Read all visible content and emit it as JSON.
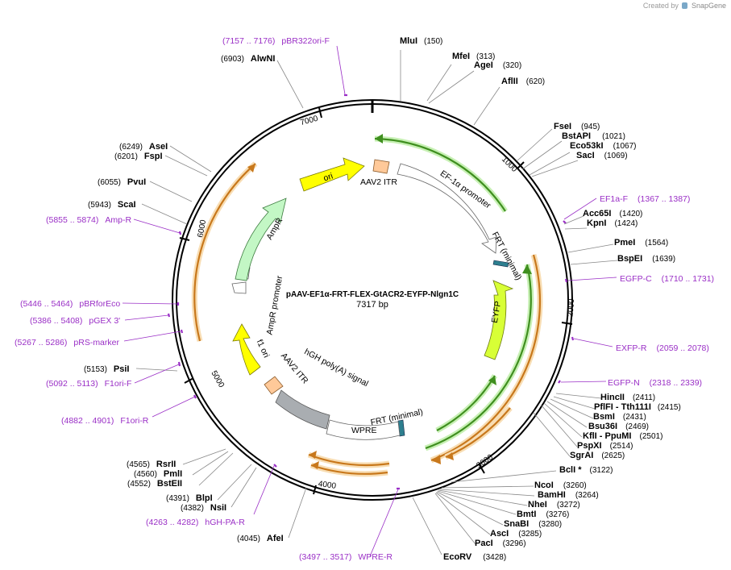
{
  "credit": {
    "prefix": "Created by",
    "brand": "SnapGene"
  },
  "plasmid": {
    "name": "pAAV-EF1α-FRT-FLEX-GtACR2-EYFP-Nlgn1C",
    "size": "7317 bp",
    "length": 7317
  },
  "ticks": [
    "1000",
    "2000",
    "3000",
    "4000",
    "5000",
    "6000",
    "7000"
  ],
  "sites": [
    {
      "name": "MluI",
      "pos": "(150)"
    },
    {
      "name": "MfeI",
      "pos": "(313)"
    },
    {
      "name": "AgeI",
      "pos": "(320)"
    },
    {
      "name": "AflII",
      "pos": "(620)"
    },
    {
      "name": "FseI",
      "pos": "(945)"
    },
    {
      "name": "BstAPI",
      "pos": "(1021)"
    },
    {
      "name": "Eco53kI",
      "pos": "(1067)"
    },
    {
      "name": "SacI",
      "pos": "(1069)"
    },
    {
      "name": "Acc65I",
      "pos": "(1420)"
    },
    {
      "name": "KpnI",
      "pos": "(1424)"
    },
    {
      "name": "PmeI",
      "pos": "(1564)"
    },
    {
      "name": "BspEI",
      "pos": "(1639)"
    },
    {
      "name": "HincII",
      "pos": "(2411)"
    },
    {
      "name": "PflFI - Tth111I",
      "pos": "(2415)"
    },
    {
      "name": "BsmI",
      "pos": "(2431)"
    },
    {
      "name": "Bsu36I",
      "pos": "(2469)"
    },
    {
      "name": "KflI - PpuMI",
      "pos": "(2501)"
    },
    {
      "name": "PspXI",
      "pos": "(2514)"
    },
    {
      "name": "SgrAI",
      "pos": "(2625)"
    },
    {
      "name": "BclI *",
      "pos": "(3122)"
    },
    {
      "name": "NcoI",
      "pos": "(3260)"
    },
    {
      "name": "BamHI",
      "pos": "(3264)"
    },
    {
      "name": "NheI",
      "pos": "(3272)"
    },
    {
      "name": "BmtI",
      "pos": "(3276)"
    },
    {
      "name": "SnaBI",
      "pos": "(3280)"
    },
    {
      "name": "AscI",
      "pos": "(3285)"
    },
    {
      "name": "PacI",
      "pos": "(3296)"
    },
    {
      "name": "EcoRV",
      "pos": "(3428)"
    },
    {
      "name": "AfeI",
      "pos": "(4045)"
    },
    {
      "name": "NsiI",
      "pos": "(4382)"
    },
    {
      "name": "BlpI",
      "pos": "(4391)"
    },
    {
      "name": "BstEII",
      "pos": "(4552)"
    },
    {
      "name": "PmlI",
      "pos": "(4560)"
    },
    {
      "name": "RsrII",
      "pos": "(4565)"
    },
    {
      "name": "PsiI",
      "pos": "(5153)"
    },
    {
      "name": "ScaI",
      "pos": "(5943)"
    },
    {
      "name": "PvuI",
      "pos": "(6055)"
    },
    {
      "name": "FspI",
      "pos": "(6201)"
    },
    {
      "name": "AseI",
      "pos": "(6249)"
    },
    {
      "name": "AlwNI",
      "pos": "(6903)"
    }
  ],
  "primers": [
    {
      "name": "pBR322ori-F",
      "range": "(7157 .. 7176)"
    },
    {
      "name": "EF1a-F",
      "range": "(1367 .. 1387)"
    },
    {
      "name": "EGFP-C",
      "range": "(1710 .. 1731)"
    },
    {
      "name": "EXFP-R",
      "range": "(2059 .. 2078)"
    },
    {
      "name": "EGFP-N",
      "range": "(2318 .. 2339)"
    },
    {
      "name": "WPRE-R",
      "range": "(3497 .. 3517)"
    },
    {
      "name": "hGH-PA-R",
      "range": "(4263 .. 4282)"
    },
    {
      "name": "F1ori-R",
      "range": "(4882 .. 4901)"
    },
    {
      "name": "F1ori-F",
      "range": "(5092 .. 5113)"
    },
    {
      "name": "pRS-marker",
      "range": "(5267 .. 5286)"
    },
    {
      "name": "pGEX 3'",
      "range": "(5386 .. 5408)"
    },
    {
      "name": "pBRforEco",
      "range": "(5446 .. 5464)"
    },
    {
      "name": "Amp-R",
      "range": "(5855 .. 5874)"
    }
  ],
  "features": [
    {
      "label": "ori",
      "color": "#ffff00"
    },
    {
      "label": "AAV2 ITR",
      "color": "#ffc999"
    },
    {
      "label": "EF-1α promoter",
      "color": "#ffffff"
    },
    {
      "label": "FRT (minimal)",
      "color": "#2d7f8f"
    },
    {
      "label": "EYFP",
      "color": "#d8ff36"
    },
    {
      "label": "FRT (minimal)",
      "color": "#2d7f8f"
    },
    {
      "label": "WPRE",
      "color": "#ffffff"
    },
    {
      "label": "hGH poly(A) signal",
      "color": "#a9adb1"
    },
    {
      "label": "AAV2 ITR",
      "color": "#ffc999"
    },
    {
      "label": "f1 ori",
      "color": "#ffff00"
    },
    {
      "label": "AmpR promoter",
      "color": "#ffffff"
    },
    {
      "label": "AmpR",
      "color": "#c3f7c5"
    }
  ],
  "colors": {
    "primer": "#9a2fc6",
    "orf_green": "#3f8f1f",
    "orf_orange": "#c8781c",
    "backbone": "#000000"
  }
}
